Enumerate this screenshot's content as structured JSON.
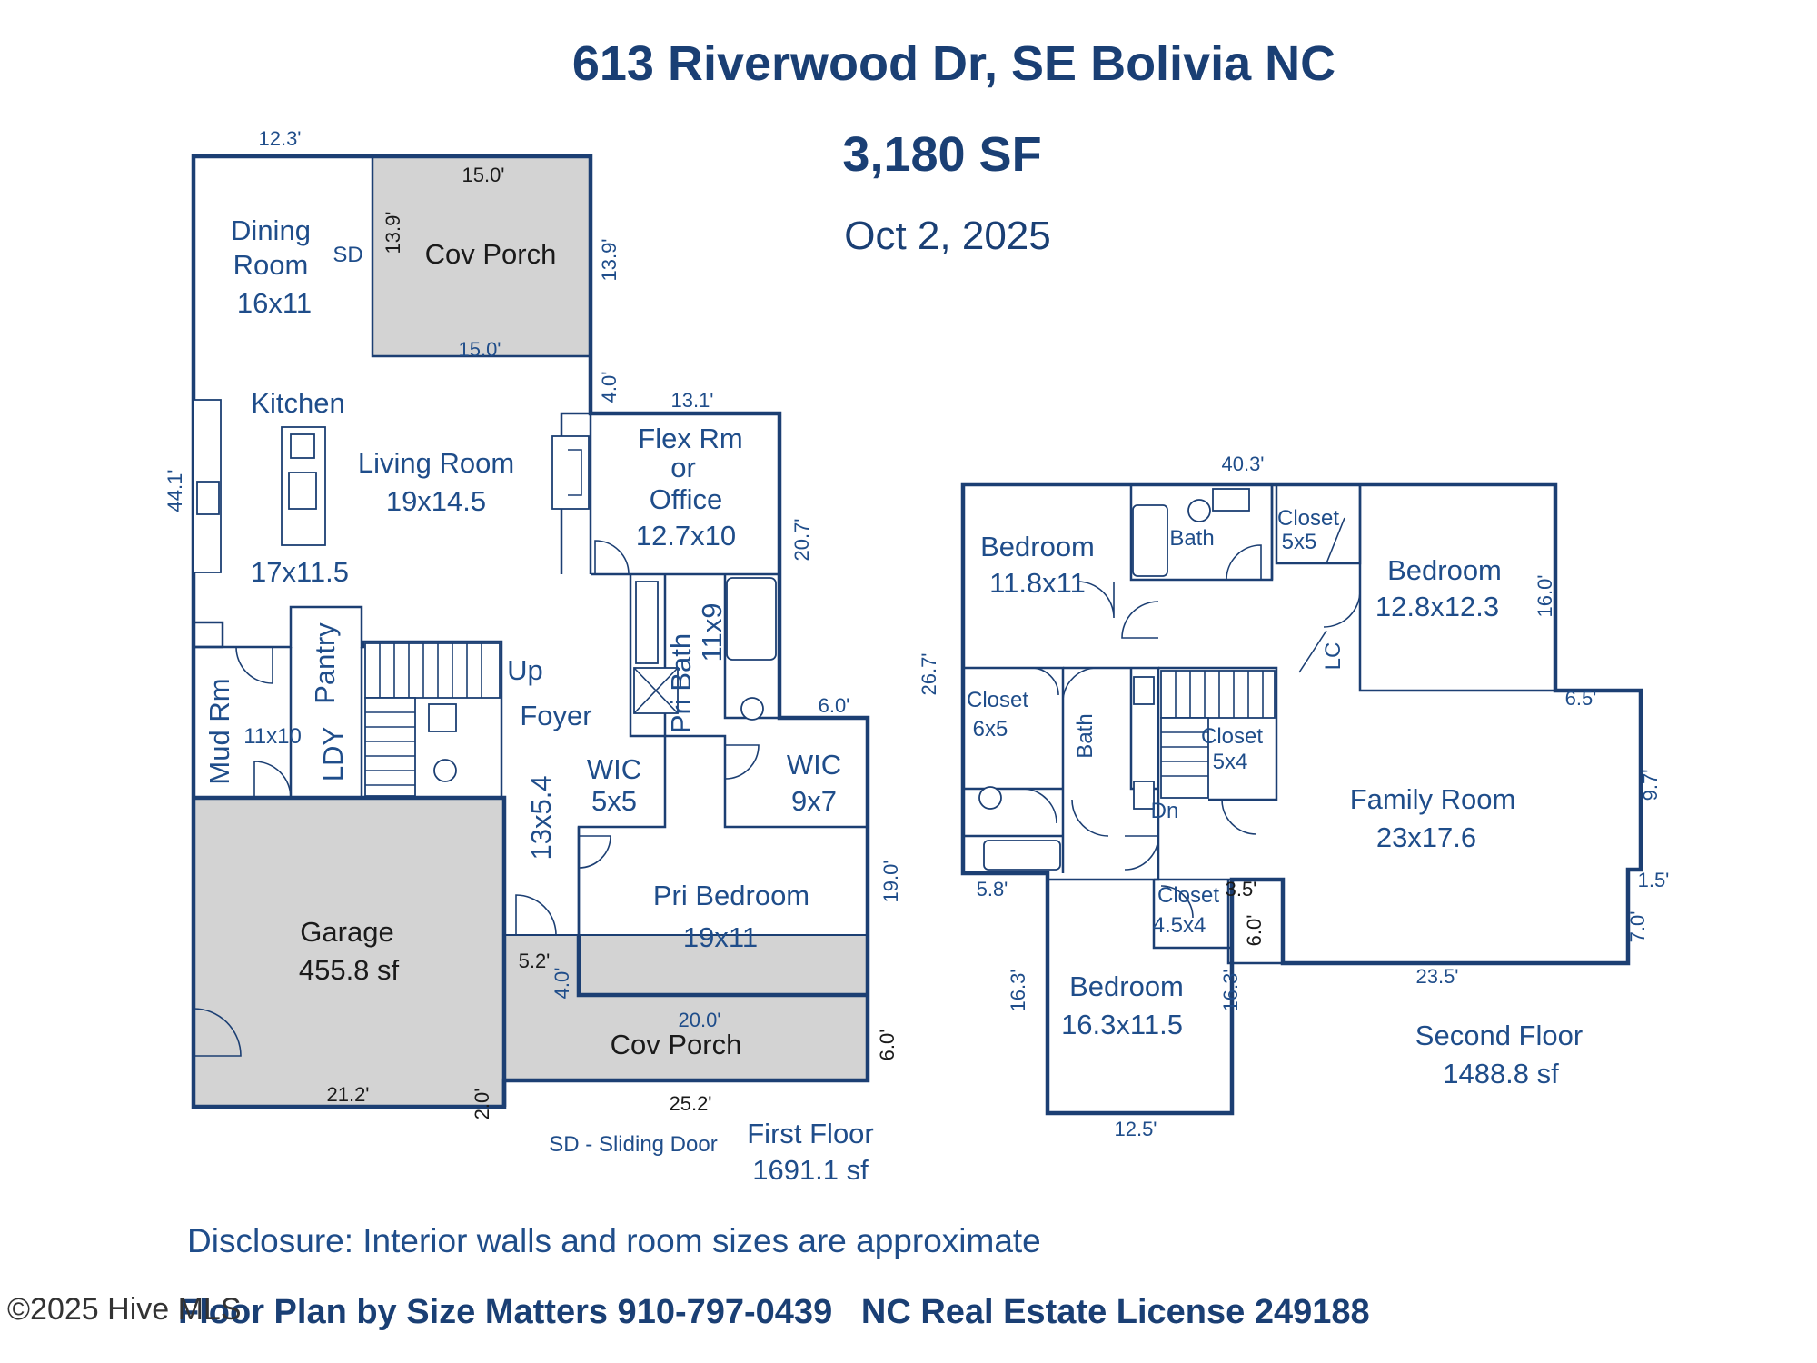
{
  "header": {
    "address": "613 Riverwood Dr, SE Bolivia NC",
    "total_area": "3,180 SF",
    "date": "Oct 2, 2025"
  },
  "first_floor": {
    "label": "First Floor",
    "area": "1691.1 sf",
    "legend": "SD - Sliding Door",
    "rooms": {
      "dining": [
        "Dining",
        "Room",
        "16x11"
      ],
      "sd": "SD",
      "cov_porch_top": "Cov Porch",
      "kitchen": "Kitchen",
      "kitchen_size": "17x11.5",
      "living": [
        "Living Room",
        "19x14.5"
      ],
      "flex": [
        "Flex Rm",
        "or",
        "Office",
        "12.7x10"
      ],
      "pantry": "Pantry",
      "up": "Up",
      "foyer": "Foyer",
      "mud": "Mud Rm",
      "mud_size": "11x10",
      "ldy": "LDY",
      "pri_bath": "Pri Bath",
      "pri_bath_size": "11x9",
      "wic_left": [
        "WIC",
        "5x5"
      ],
      "wic_right": [
        "WIC",
        "9x7"
      ],
      "hall": "13x5.4",
      "pri_bedroom": [
        "Pri Bedroom",
        "19x11"
      ],
      "garage": [
        "Garage",
        "455.8 sf"
      ],
      "cov_porch_bottom": "Cov Porch"
    },
    "dims": {
      "top_width": "12.3'",
      "porch_top": "15.0'",
      "porch_bottom": "15.0'",
      "porch_left": "13.9'",
      "porch_right": "13.9'",
      "left_depth": "44.1'",
      "step": "4.0'",
      "flex_width": "13.1'",
      "flex_depth": "20.7'",
      "wic_width": "6.0'",
      "bed_depth": "19.0'",
      "jog_width": "5.2'",
      "jog_depth": "4.0'",
      "porch2_width": "20.0'",
      "porch2_depth": "6.0'",
      "garage_width": "21.2'",
      "garage_jog": "2.0'",
      "bottom_width": "25.2'"
    }
  },
  "second_floor": {
    "label": "Second Floor",
    "area": "1488.8 sf",
    "rooms": {
      "bed_nw": [
        "Bedroom",
        "11.8x11"
      ],
      "bath_top": "Bath",
      "closet_top": [
        "Closet",
        "5x5"
      ],
      "bed_ne": [
        "Bedroom",
        "12.8x12.3"
      ],
      "lc": "LC",
      "closet_left": [
        "Closet",
        "6x5"
      ],
      "bath_mid": "Bath",
      "closet_stair": [
        "Closet",
        "5x4"
      ],
      "dn": "Dn",
      "family": [
        "Family Room",
        "23x17.6"
      ],
      "closet_small": [
        "Closet",
        "4.5x4"
      ],
      "bed_s": [
        "Bedroom",
        "16.3x11.5"
      ]
    },
    "dims": {
      "top_width": "40.3'",
      "left_depth": "26.7'",
      "ne_depth": "16.0'",
      "bump_width": "6.5'",
      "bump_depth": "9.7'",
      "step_a": "1.5'",
      "step_b": "7.0'",
      "fam_bottom": "23.5'",
      "jog_a": "3.5'",
      "jog_b": "6.0'",
      "left_jog": "5.8'",
      "bed_left": "16.3'",
      "bed_right": "16.3'",
      "bed_bottom": "12.5'"
    }
  },
  "footer": {
    "disclosure": "Disclosure: Interior walls and room sizes are approximate",
    "credit": "Floor Plan by Size Matters 910-797-0439   NC Real Estate License 249188",
    "copyright": "©2025 Hive MLS"
  }
}
